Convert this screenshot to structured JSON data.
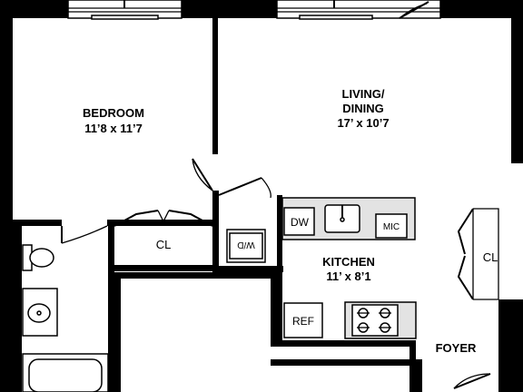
{
  "rooms": {
    "bedroom": {
      "name": "BEDROOM",
      "size": "11’8 x 11’7"
    },
    "living": {
      "name_line1": "LIVING/",
      "name_line2": "DINING",
      "size": "17’ x 10’7"
    },
    "kitchen": {
      "name": "KITCHEN",
      "size": "11’ x 8’1"
    },
    "foyer": {
      "name": "FOYER"
    },
    "closet_bedroom": {
      "name": "CL"
    },
    "closet_foyer": {
      "name": "CL"
    }
  },
  "appliances": {
    "dishwasher": "DW",
    "microwave": "MIC",
    "refrigerator": "REF",
    "washer_dryer": "W/D"
  }
}
